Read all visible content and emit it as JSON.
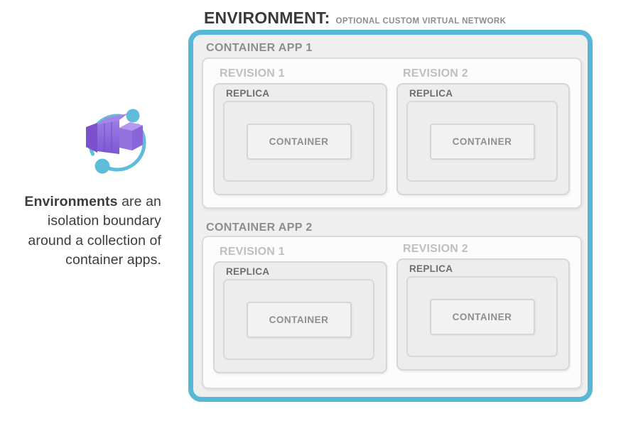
{
  "title": {
    "main": "ENVIRONMENT:",
    "subtitle": "OPTIONAL CUSTOM VIRTUAL NETWORK"
  },
  "description": {
    "line1_bold": "Environments",
    "line1_rest": " are an",
    "line2": "isolation boundary",
    "line3": "around a collection of",
    "line4": "container apps."
  },
  "icon": {
    "name": "azure-container-apps-icon"
  },
  "colors": {
    "environment_border": "#56B7D6",
    "environment_bg": "#EFEFEF",
    "app_box_bg": "#FCFCFC",
    "icon_purple": "#8561D6",
    "icon_blue": "#5FBCDA"
  },
  "container_apps": [
    {
      "label": "CONTAINER APP 1",
      "revisions": [
        {
          "label": "REVISION 1",
          "replica_label": "REPLICA",
          "container_label": "CONTAINER"
        },
        {
          "label": "REVISION 2",
          "replica_label": "REPLICA",
          "container_label": "CONTAINER"
        }
      ]
    },
    {
      "label": "CONTAINER APP 2",
      "revisions": [
        {
          "label": "REVISION 1",
          "replica_label": "REPLICA",
          "container_label": "CONTAINER"
        },
        {
          "label": "REVISION 2",
          "replica_label": "REPLICA",
          "container_label": "CONTAINER"
        }
      ]
    }
  ]
}
